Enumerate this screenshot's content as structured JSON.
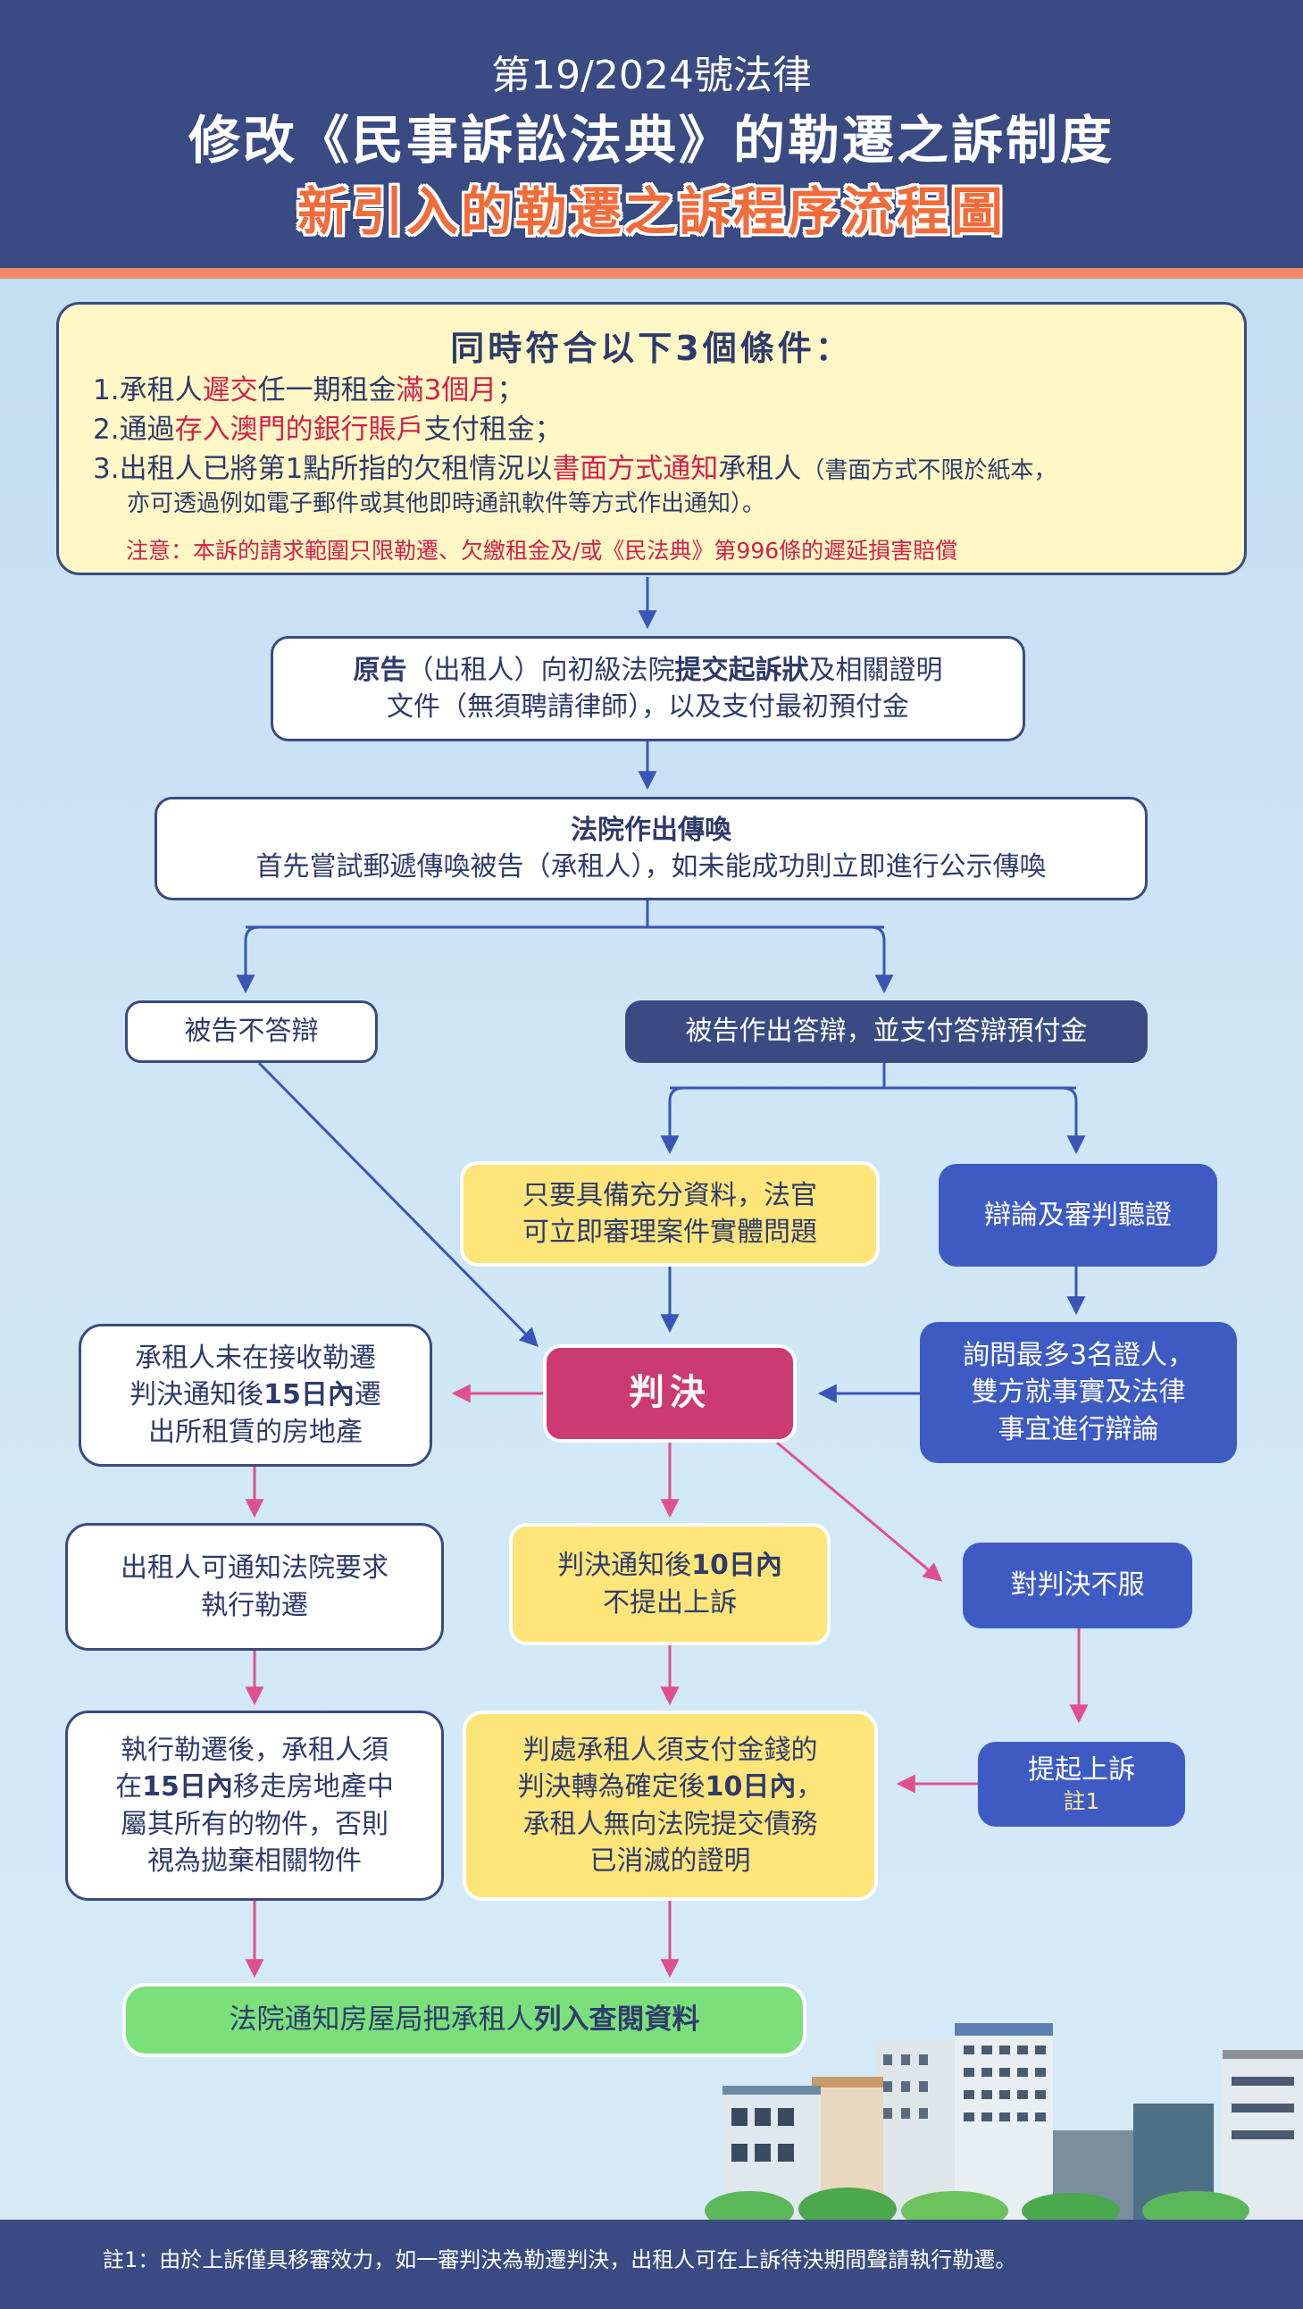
{
  "header": {
    "line1": "第19/2024號法律",
    "line2": "修改《民事訴訟法典》的勒遷之訴制度",
    "line3": "新引入的勒遷之訴程序流程圖"
  },
  "conditions": {
    "title": "同時符合以下3個條件：",
    "c1": [
      "1.承租人",
      "遲交",
      "任一期租金",
      "滿3個月",
      "；"
    ],
    "c2": [
      "2.通過",
      "存入澳門的銀行賬戶",
      "支付租金；"
    ],
    "c3": [
      "3.出租人已將第1點所指的欠租情況以",
      "書面方式通知",
      "承租人",
      "（書面方式不限於紙本，"
    ],
    "c3b": "亦可透過例如電子郵件或其他即時通訊軟件等方式作出通知）。",
    "note": "注意：本訴的請求範圍只限勒遷、欠繳租金及/或《民法典》第996條的遲延損害賠償"
  },
  "steps": {
    "filing": [
      "原告",
      "（出租人）向初級法院",
      "提交起訴狀",
      "及相關證明",
      "文件（無須聘請律師），以及支付最初預付金"
    ],
    "summons_title": "法院作出傳喚",
    "summons_text": "首先嘗試郵遞傳喚被告（承租人），如未能成功則立即進行公示傳喚",
    "no_defense": "被告不答辯",
    "defense": "被告作出答辯，並支付答辯預付金",
    "sufficient": [
      "只要具備充分資料，法官",
      "可立即審理案件實體問題"
    ],
    "hearing": "辯論及審判聽證",
    "witnesses": [
      "詢問最多3名證人，",
      "雙方就事實及法律",
      "事宜進行辯論"
    ],
    "judgment": "判決",
    "tenant_leave": [
      "承租人未在接收勒遷",
      "判決通知後",
      "15日內",
      "遷",
      "出所租賃的房地產"
    ],
    "landlord_notify": [
      "出租人可通知法院要求",
      "執行勒遷"
    ],
    "no_appeal": [
      "判決通知後",
      "10日內",
      "不提出上訴"
    ],
    "disagree": "對判決不服",
    "appeal": "提起上訴",
    "appeal_note": "註1",
    "after_eviction": [
      "執行勒遷後，承租人須",
      "在",
      "15日內",
      "移走房地產中",
      "屬其所有的物件，否則",
      "視為拋棄相關物件"
    ],
    "payment": [
      "判處承租人須支付金錢的",
      "判決轉為確定後",
      "10日內",
      "，",
      "承租人無向法院提交債務",
      "已消滅的證明"
    ],
    "final": [
      "法院通知房屋局把承租人",
      "列入查閱資料"
    ]
  },
  "footer": {
    "note": "註1：由於上訴僅具移審效力，如一審判決為勒遷判決，出租人可在上訴待決期間聲請執行勒遷。"
  },
  "colors": {
    "navy": "#3a4a82",
    "blue": "#3e5bc4",
    "yellow": "#fee57a",
    "crimson": "#cc3a72",
    "green": "#7be07c",
    "arrow_blue": "#3a55b5",
    "arrow_pink": "#e0508e",
    "red_text": "#d4204a",
    "orange_title": "#f26b3a"
  }
}
